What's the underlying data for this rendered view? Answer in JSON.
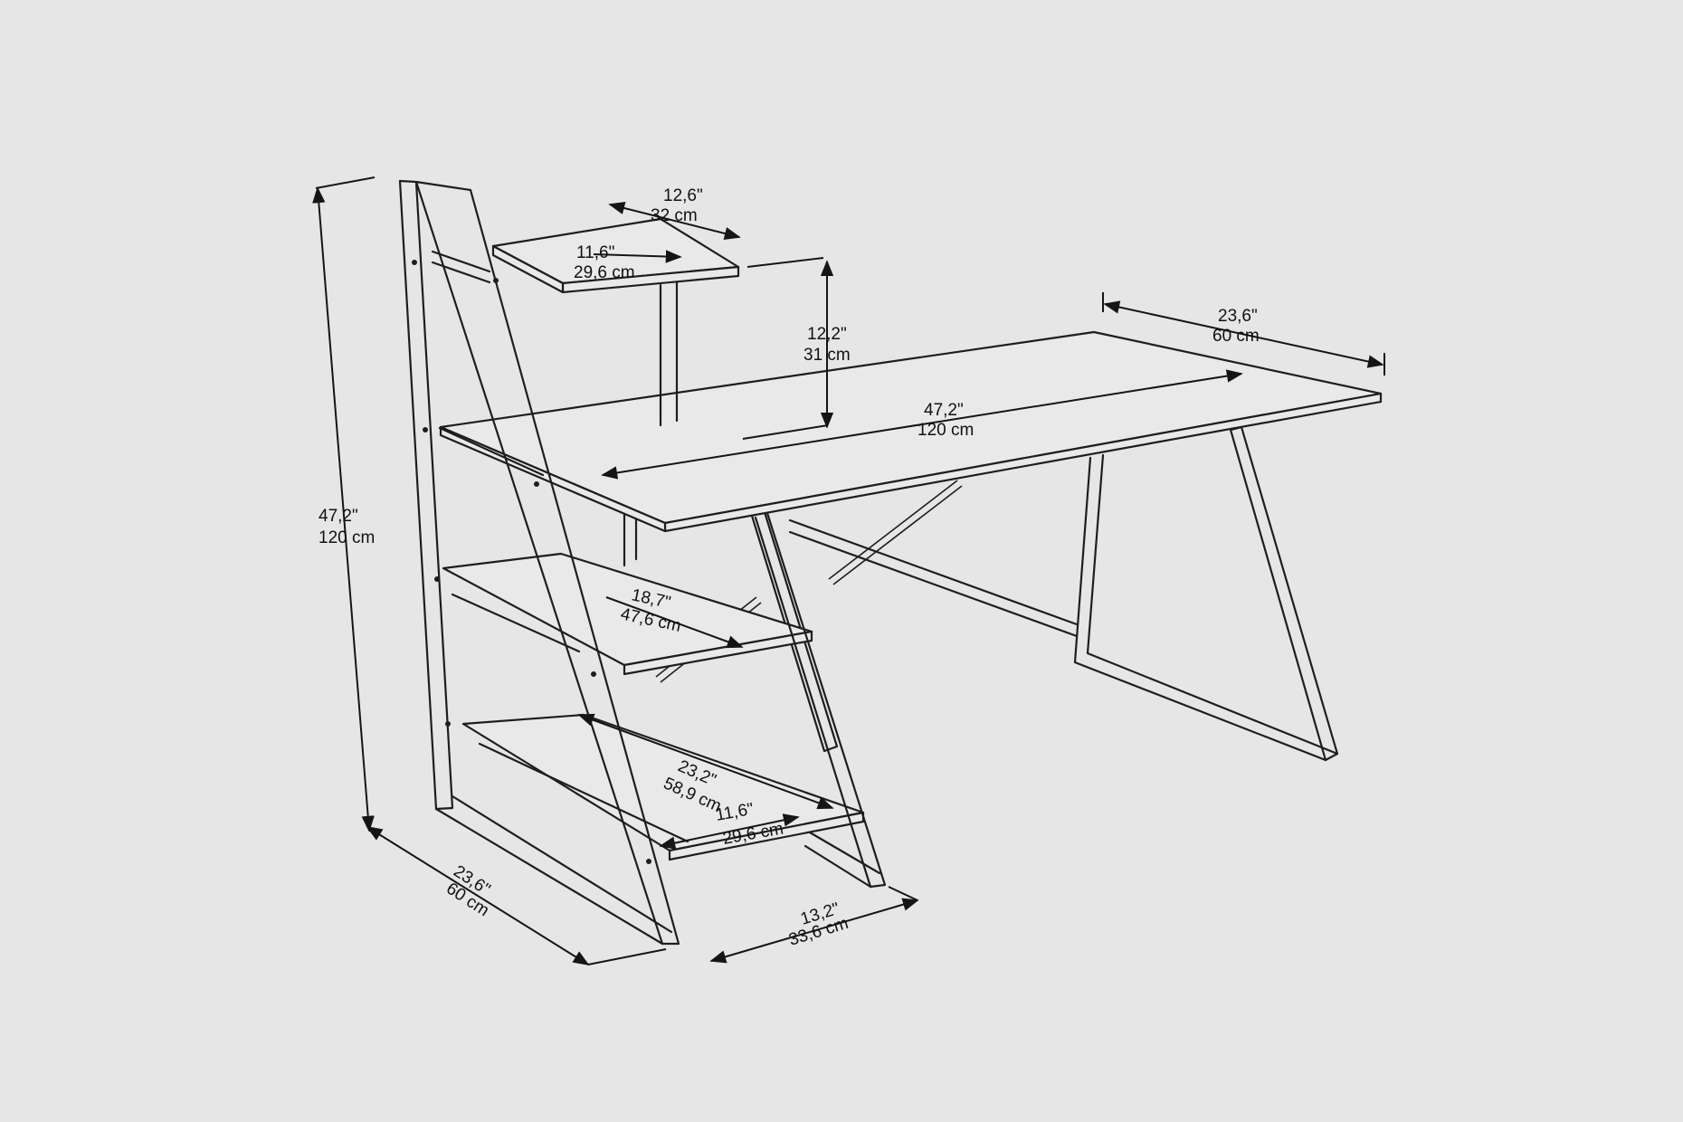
{
  "colors": {
    "background": "#e6e6e6",
    "line": "#1e1e1e",
    "panel": "#e9e9e9"
  },
  "dimensions": {
    "top_shelf_depth": {
      "imperial": "12,6\"",
      "metric": "32 cm"
    },
    "top_shelf_width": {
      "imperial": "11,6\"",
      "metric": "29,6 cm"
    },
    "top_shelf_height": {
      "imperial": "12,2\"",
      "metric": "31 cm"
    },
    "desk_depth": {
      "imperial": "23,6\"",
      "metric": "60 cm"
    },
    "desk_width": {
      "imperial": "47,2\"",
      "metric": "120 cm"
    },
    "total_height": {
      "imperial": "47,2\"",
      "metric": "120 cm"
    },
    "middle_shelf_width": {
      "imperial": "18,7\"",
      "metric": "47,6 cm"
    },
    "lower_shelf_width": {
      "imperial": "23,2\"",
      "metric": "58,9 cm"
    },
    "bottom_shelf_width": {
      "imperial": "11,6\"",
      "metric": "29,6 cm"
    },
    "base_depth": {
      "imperial": "23,6\"",
      "metric": "60 cm"
    },
    "base_width": {
      "imperial": "13,2\"",
      "metric": "33,6 cm"
    }
  }
}
